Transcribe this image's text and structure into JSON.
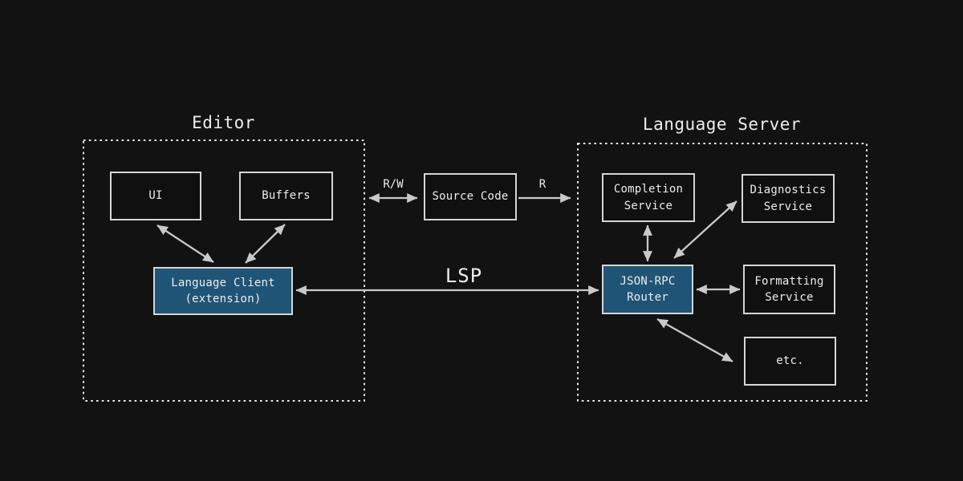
{
  "colors": {
    "background": "#121212",
    "node_fill": "#101010",
    "node_border": "#d6d6d6",
    "accent_fill": "#205476",
    "arrow": "#c9c9c9",
    "text": "#ededed"
  },
  "editor": {
    "title": "Editor",
    "ui": "UI",
    "buffers": "Buffers",
    "language_client": "Language Client\n(extension)"
  },
  "source_code": {
    "label": "Source Code",
    "rw_arrow_label": "R/W",
    "r_arrow_label": "R"
  },
  "lsp": {
    "arrow_label": "LSP"
  },
  "language_server": {
    "title": "Language Server",
    "completion": "Completion\nService",
    "diagnostics": "Diagnostics\nService",
    "router": "JSON-RPC\nRouter",
    "formatting": "Formatting\nService",
    "etc": "etc."
  }
}
